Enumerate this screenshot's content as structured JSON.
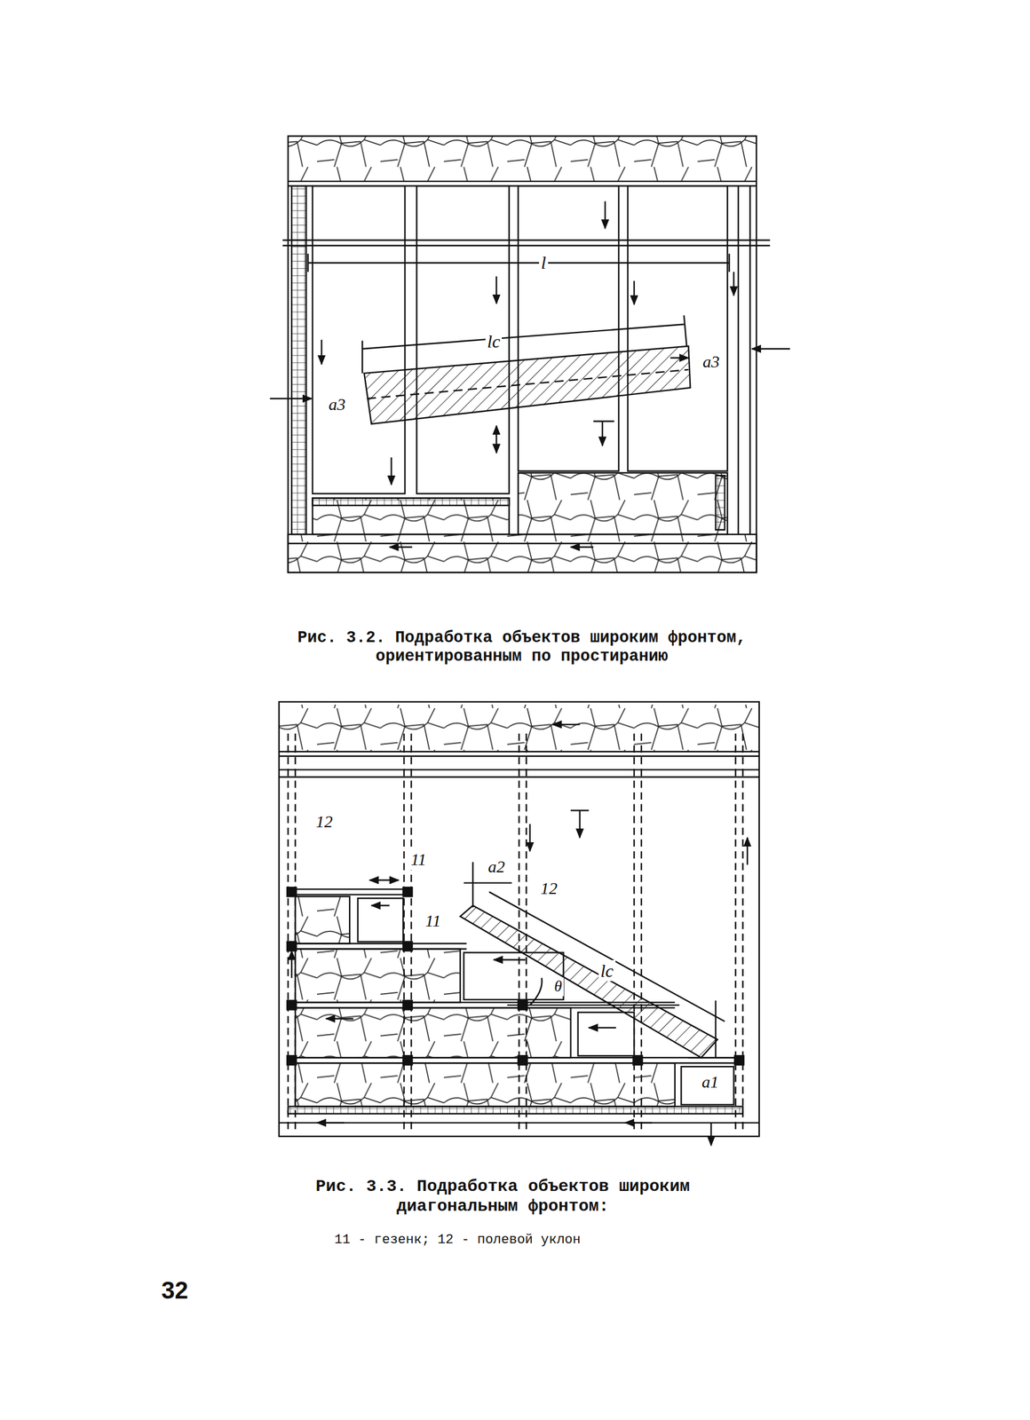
{
  "diagram": {
    "labels": [
      "l",
      "lc",
      "a3",
      "a3",
      "Рис. 3.2. Подработка объектов широким фронтом, ориентированным по простиранию",
      "12",
      "11",
      "11",
      "a2",
      "12",
      "lc",
      "θ",
      "a1",
      "Рис. 3.3. Подработка объектов широким диагональным фронтом:",
      "11 - гезенк; 12 - полевой уклон",
      "32"
    ]
  }
}
